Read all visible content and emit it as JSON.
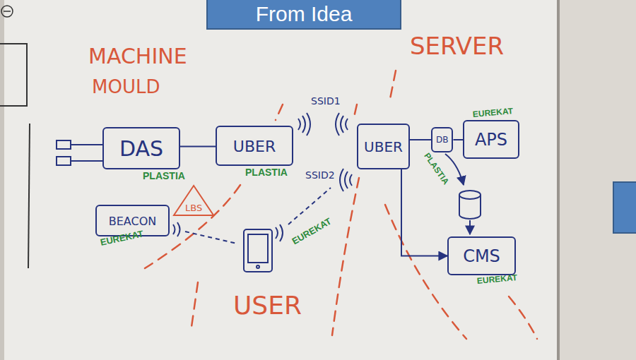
{
  "diagram": {
    "title": "From Idea",
    "nodes": [
      {
        "text": [
          "DAS",
          "PLASTIA"
        ]
      },
      {
        "text": [
          "UBER",
          "PLASTIA"
        ]
      },
      {
        "text": [
          "BEACON",
          "EUREKAT"
        ]
      },
      {
        "text": [
          "LBS"
        ]
      },
      {
        "text": [
          "UBER"
        ]
      },
      {
        "text": [
          "DB"
        ]
      },
      {
        "text": [
          "APS",
          "EUREKAT"
        ]
      },
      {
        "text": [
          "CMS",
          "EUREKAT"
        ]
      }
    ],
    "edges": [
      {
        "from": 0,
        "to": 1,
        "arrow": "none"
      },
      {
        "from": 4,
        "to": 5,
        "arrow": "none"
      },
      {
        "from": 5,
        "to": 6,
        "arrow": "none"
      },
      {
        "from": 4,
        "to": 7,
        "arrow": "to"
      }
    ],
    "labels": [
      "MACHINE",
      "MOULD",
      "SERVER",
      "USER",
      "SSID1",
      "SSID2",
      "EUREKAT",
      "PLASTIA"
    ]
  }
}
